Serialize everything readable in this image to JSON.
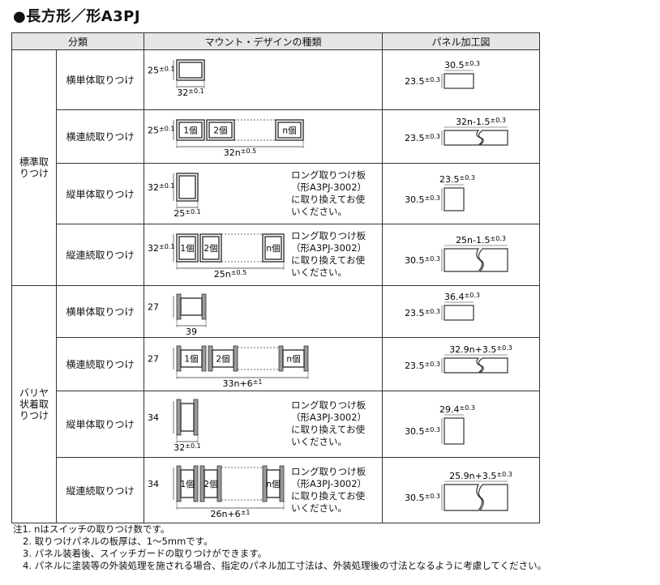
{
  "title": "●長方形／形A3PJ",
  "headers": {
    "classification": "分類",
    "mount_design": "マウント・デザインの種類",
    "panel": "パネル加工図"
  },
  "groups": [
    {
      "label_lines": [
        "標準取",
        "りつけ"
      ]
    },
    {
      "label_lines": [
        "バリヤ",
        "状着取",
        "りつけ"
      ]
    }
  ],
  "rows": [
    {
      "name": "横単体取りつけ",
      "dims": {
        "h": "25",
        "h_tol": "±0.1",
        "w": "32",
        "w_tol": "±0.1"
      },
      "panel": {
        "w": "30.5",
        "w_tol": "±0.3",
        "h": "23.5",
        "h_tol": "±0.3"
      }
    },
    {
      "name": "横連続取りつけ",
      "dims": {
        "h": "25",
        "h_tol": "±0.1",
        "w": "32n",
        "w_tol": "±0.5"
      },
      "units": [
        "1個",
        "2個",
        "n個"
      ],
      "panel": {
        "w": "32n-1.5",
        "w_tol": "±0.3",
        "h": "23.5",
        "h_tol": "±0.3"
      }
    },
    {
      "name": "縦単体取りつけ",
      "dims": {
        "h": "32",
        "h_tol": "±0.1",
        "w": "25",
        "w_tol": "±0.1"
      },
      "note": [
        "ロング取りつけ板",
        "（形A3PJ-3002）",
        "に取り換えてお使",
        "いください。"
      ],
      "panel": {
        "w": "23.5",
        "w_tol": "±0.3",
        "h": "30.5",
        "h_tol": "±0.3"
      }
    },
    {
      "name": "縦連続取りつけ",
      "dims": {
        "h": "32",
        "h_tol": "±0.1",
        "w": "25n",
        "w_tol": "±0.5"
      },
      "units": [
        "1個",
        "2個",
        "n個"
      ],
      "note": [
        "ロング取りつけ板",
        "（形A3PJ-3002）",
        "に取り換えてお使",
        "いください。"
      ],
      "panel": {
        "w": "25n-1.5",
        "w_tol": "±0.3",
        "h": "30.5",
        "h_tol": "±0.3"
      }
    },
    {
      "name": "横単体取りつけ",
      "dims": {
        "h": "27",
        "h_tol": "",
        "w": "39",
        "w_tol": ""
      },
      "panel": {
        "w": "36.4",
        "w_tol": "±0.3",
        "h": "23.5",
        "h_tol": "±0.3"
      }
    },
    {
      "name": "横連続取りつけ",
      "dims": {
        "h": "27",
        "h_tol": "",
        "w": "33n+6",
        "w_tol": "±1"
      },
      "units": [
        "1個",
        "2個",
        "n個"
      ],
      "panel": {
        "w": "32.9n+3.5",
        "w_tol": "±0.3",
        "h": "23.5",
        "h_tol": "±0.3"
      }
    },
    {
      "name": "縦単体取りつけ",
      "dims": {
        "h": "34",
        "h_tol": "",
        "w": "32",
        "w_tol": "±0.1"
      },
      "note": [
        "ロング取りつけ板",
        "（形A3PJ-3002）",
        "に取り換えてお使",
        "いください。"
      ],
      "panel": {
        "w": "29.4",
        "w_tol": "±0.3",
        "h": "30.5",
        "h_tol": "±0.3"
      }
    },
    {
      "name": "縦連続取りつけ",
      "dims": {
        "h": "34",
        "h_tol": "",
        "w": "26n+6",
        "w_tol": "±1"
      },
      "units": [
        "1個",
        "2個",
        "n個"
      ],
      "note": [
        "ロング取りつけ板",
        "（形A3PJ-3002）",
        "に取り換えてお使",
        "いください。"
      ],
      "panel": {
        "w": "25.9n+3.5",
        "w_tol": "±0.3",
        "h": "30.5",
        "h_tol": "±0.3"
      }
    }
  ],
  "notes": [
    "注1. nはスイッチの取りつけ数です。",
    "2. 取りつけパネルの板厚は、1～5mmです。",
    "3. パネル装着後、スイッチガードの取りつけができます。",
    "4. パネルに塗装等の外装処理を施される場合、指定のパネル加工寸法は、外装処理後の寸法となるように考慮してください。"
  ]
}
